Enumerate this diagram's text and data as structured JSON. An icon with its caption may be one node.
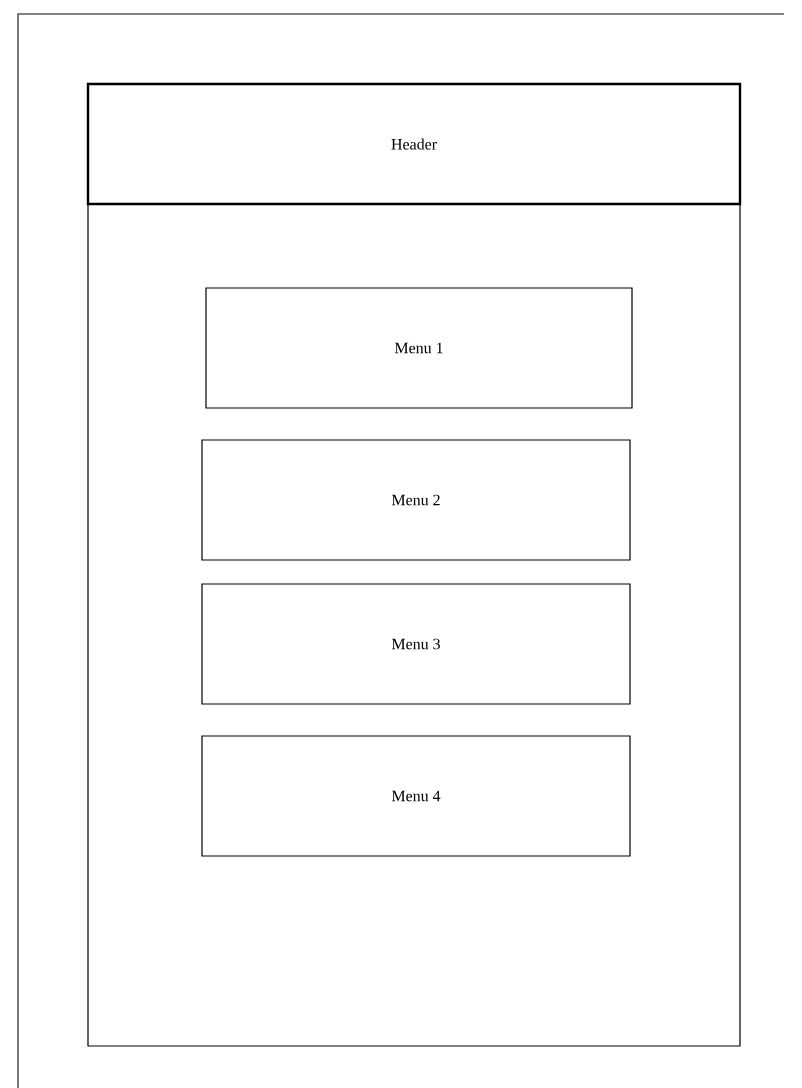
{
  "diagram": {
    "nodes": [
      {
        "text": [],
        "shape": "box"
      },
      {
        "text": [
          "Header"
        ],
        "in": 0
      },
      {
        "text": [
          "Menu 1"
        ],
        "in": 0
      },
      {
        "text": [
          "Menu 2"
        ],
        "in": 0
      },
      {
        "text": [
          "Menu 3"
        ],
        "in": 0
      },
      {
        "text": [
          "Menu 4"
        ],
        "in": 0
      }
    ]
  }
}
